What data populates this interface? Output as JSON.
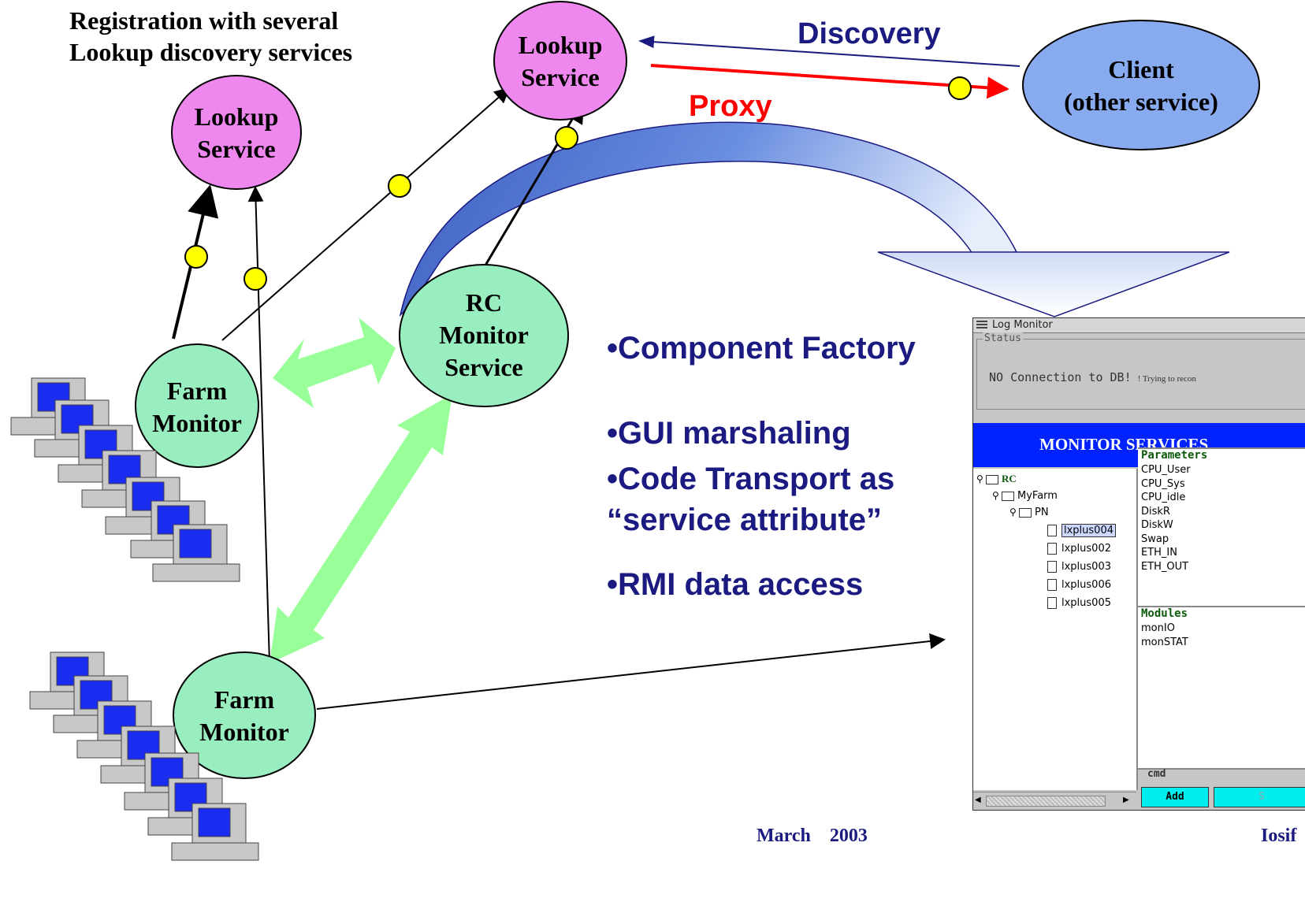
{
  "caption": {
    "line1": "Registration with several",
    "line2": "Lookup discovery services"
  },
  "nodes": {
    "lookup_left": {
      "line1": "Lookup",
      "line2": "Service"
    },
    "lookup_top": {
      "line1": "Lookup",
      "line2": "Service"
    },
    "client": {
      "line1": "Client",
      "line2": "(other service)"
    },
    "rc_monitor": {
      "line1": "RC",
      "line2": "Monitor",
      "line3": "Service"
    },
    "farm_monitor_1": {
      "line1": "Farm",
      "line2": "Monitor"
    },
    "farm_monitor_2": {
      "line1": "Farm",
      "line2": "Monitor"
    }
  },
  "edge_labels": {
    "discovery": "Discovery",
    "proxy": "Proxy"
  },
  "colors": {
    "lookup_fill": "#ee88ee",
    "client_fill": "#88aaee",
    "monitor_fill": "#99eec0",
    "double_arrow": "#99ff99",
    "discovery_line": "#1a1a80",
    "proxy_line": "#ff0000",
    "proxy_arc": "#4a6fcc",
    "token": "#ffff00"
  },
  "bullets": [
    "•Component Factory",
    "•GUI marshaling",
    "•Code Transport  as",
    "“service attribute”",
    "•RMI data access"
  ],
  "window": {
    "title": "Log  Monitor",
    "status_legend": "Status",
    "status_text": "NO Connection to DB!",
    "status_sub": "! Trying to recon",
    "banner": "MONITOR SERVICES",
    "tree": {
      "root": "RC",
      "farm": "MyFarm",
      "group": "PN",
      "nodes": [
        "lxplus004",
        "lxplus002",
        "lxplus003",
        "lxplus006",
        "lxplus005"
      ]
    },
    "parameters_head": "Parameters",
    "parameters": [
      "CPU_User",
      "CPU_Sys",
      "CPU_idle",
      "DiskR",
      "DiskW",
      "Swap",
      "ETH_IN",
      "ETH_OUT"
    ],
    "modules_head": "Modules",
    "modules": [
      "monIO",
      "monSTAT"
    ],
    "cmd_legend": "cmd",
    "add_button": "Add",
    "second_button": "S"
  },
  "footer": {
    "date": "March    2003",
    "author": "Iosif"
  }
}
